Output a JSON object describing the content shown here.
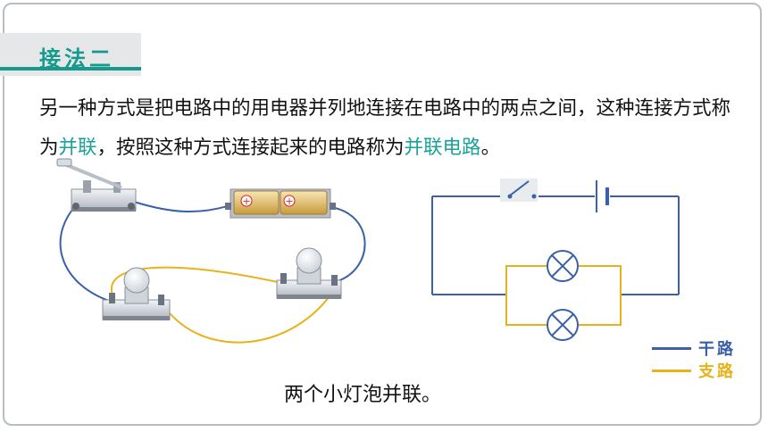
{
  "section": {
    "title": "接法二"
  },
  "paragraph": {
    "part1": "另一种方式是把电路中的用电器并列地连接在电路中的两点之间，这种连接方式称为",
    "term1": "并联",
    "part2": "，按照这种方式连接起来的电路称为",
    "term2": "并联电路",
    "part3": "。"
  },
  "legend": {
    "main_label": "干路",
    "branch_label": "支路"
  },
  "caption": "两个小灯泡并联。",
  "colors": {
    "accent": "#169a8d",
    "highlight": "#1aa298",
    "main_circuit": "#3b5fa8",
    "branch_circuit": "#e8b21a"
  }
}
